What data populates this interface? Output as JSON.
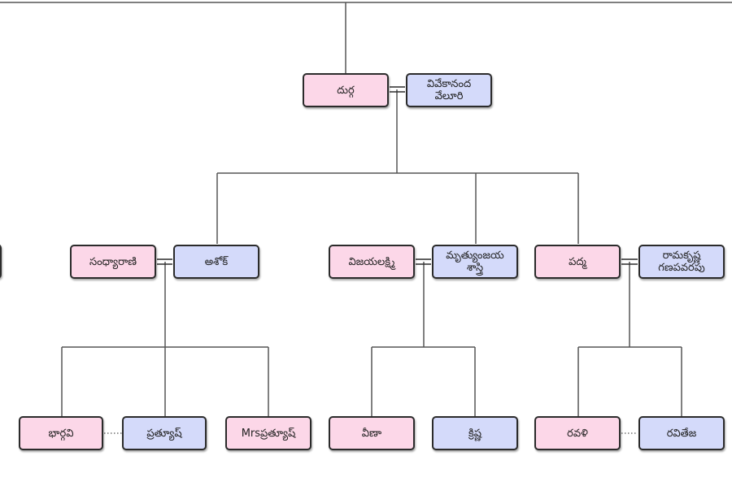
{
  "colors": {
    "female": "#fcd7e8",
    "male": "#d4dafa",
    "line": "#555555",
    "border": "#2b2b2b"
  },
  "people": {
    "durga": "దుర్గ",
    "vivekananda": "వివేకానంద\nవేలూరి",
    "sandhyarani": "సంధ్యారాణి",
    "ashok": "అశోక్",
    "vijayalakshmi": "విజయలక్ష్మి",
    "mrutyunjaya": "మృత్యుంజయ\nశాస్త్రి",
    "padma": "పద్మ",
    "ramakrishna": "రామకృష్ణ\nగణపవరపు",
    "bhargavi": "భార్గవి",
    "pratyush": "ప్రత్యూష్",
    "mrs_pratyush": "Mrsప్రత్యూష్",
    "veena": "వీణా",
    "krishna": "క్రిష్ణ",
    "ravali": "రవళి",
    "raviteja": "రవితేజ"
  }
}
